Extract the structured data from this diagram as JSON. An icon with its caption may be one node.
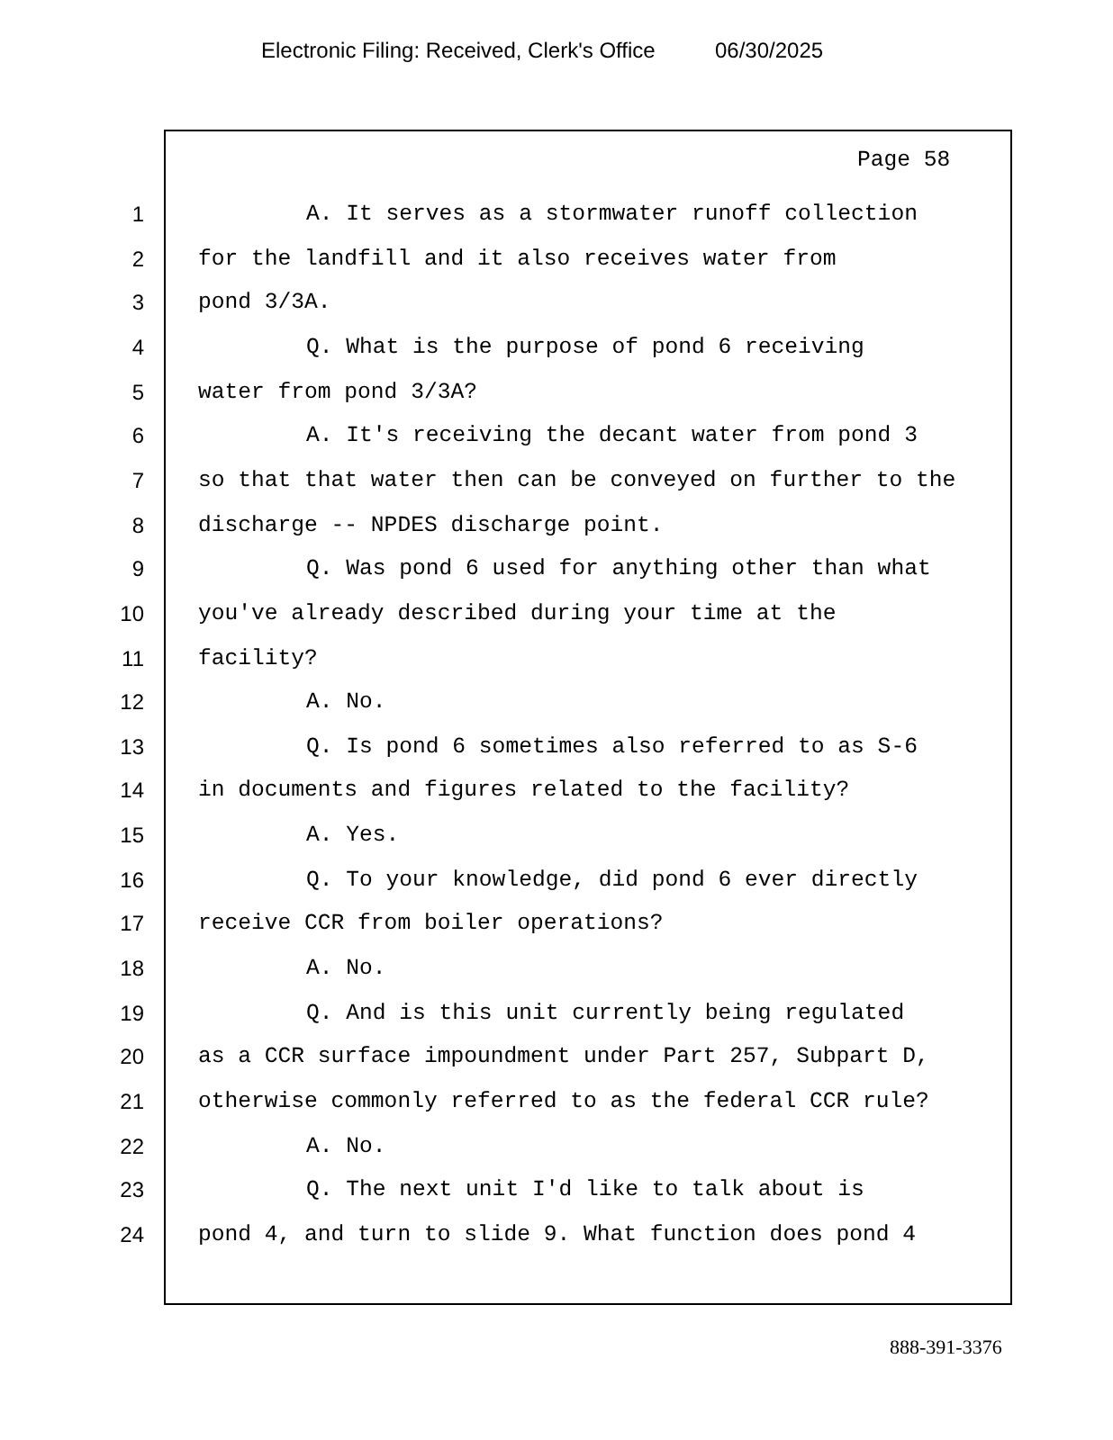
{
  "diagram": {
    "labels": [
      "Electronic Filing: Received, Clerk's Office",
      "06/30/2025",
      "Page 58",
      "1",
      "A. It serves as a stormwater runoff collection",
      "2",
      "for the landfill and it also receives water from",
      "3",
      "pond 3/3A.",
      "4",
      "Q. What is the purpose of pond 6 receiving",
      "5",
      "water from pond 3/3A?",
      "6",
      "A. It's receiving the decant water from pond 3",
      "7",
      "so that that water then can be conveyed on further to the",
      "8",
      "discharge -- NPDES discharge point.",
      "9",
      "Q. Was pond 6 used for anything other than what",
      "10",
      "you've already described during your time at the",
      "11",
      "facility?",
      "12",
      "A. No.",
      "13",
      "Q. Is pond 6 sometimes also referred to as S-6",
      "14",
      "in documents and figures related to the facility?",
      "15",
      "A. Yes.",
      "16",
      "Q. To your knowledge, did pond 6 ever directly",
      "17",
      "receive CCR from boiler operations?",
      "18",
      "A. No.",
      "19",
      "Q. And is this unit currently being regulated",
      "20",
      "as a CCR surface impoundment under Part 257, Subpart D,",
      "21",
      "otherwise commonly referred to as the federal CCR rule?",
      "22",
      "A. No.",
      "23",
      "Q. The next unit I'd like to talk about is",
      "24",
      "pond 4, and turn to slide 9. What function does pond 4",
      "888-391-3376"
    ]
  }
}
